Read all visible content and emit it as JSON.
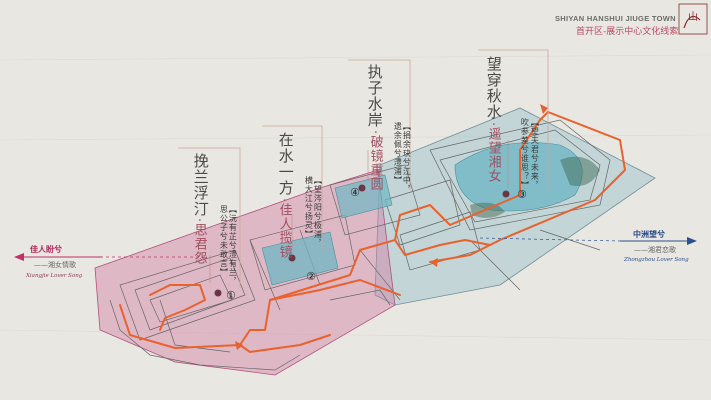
{
  "header": {
    "title_en": "SHIYAN HANSHUI JIUGE TOWN",
    "subtitle_cn": "首开区-展示中心文化线索",
    "logo_text": "山"
  },
  "titles": [
    {
      "text": "挽兰浮汀"
    },
    {
      "text": "在水一方"
    },
    {
      "text": "执子水岸"
    },
    {
      "text": "望穿秋水"
    }
  ],
  "names": [
    {
      "text": "·思君怨"
    },
    {
      "text": "·佳人揽镜"
    },
    {
      "text": "·破镜重圆"
    },
    {
      "text": "·遥望湘女"
    }
  ],
  "notes": [
    {
      "l1": "【沅有芷兮澧有兰，",
      "l2": "思公子兮未敢言】"
    },
    {
      "l1": "【望涔阳兮极浦，",
      "l2": "横大江兮扬灵】"
    },
    {
      "l1": "【捐余玦兮江中，",
      "l2": "遗余佩兮澧浦】"
    },
    {
      "l1": "【望夫君兮未来，",
      "l2": "吹参差兮谁思？】"
    }
  ],
  "numbers": [
    "①",
    "②",
    "④",
    "③"
  ],
  "left_label": {
    "cn": "佳人盼兮",
    "sub": "——湘女情歌",
    "en": "Xiangjie Lover Song"
  },
  "right_label": {
    "cn": "中洲望兮",
    "sub": "——湘君恋歌",
    "en": "Zhongzhou Lover Song"
  },
  "colors": {
    "pink_zone": "#d27ea6",
    "blue_zone": "#9ec4cc",
    "route": "#e8622e",
    "arrow_pink": "#c0306a",
    "arrow_blue": "#2c4f8d",
    "water": "#6fb7c4"
  }
}
